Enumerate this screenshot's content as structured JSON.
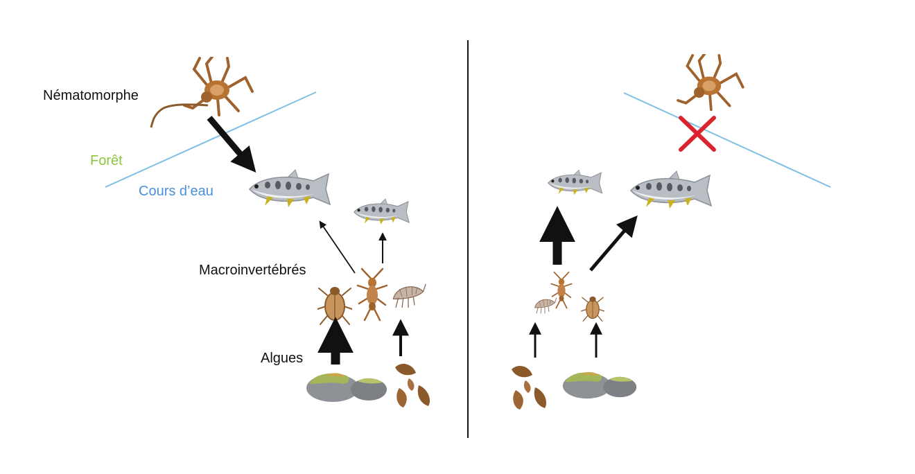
{
  "labels": {
    "nematomorph": "Nématomorphe",
    "forest": "Forêt",
    "stream": "Cours d’eau",
    "macroinvertebrates": "Macroinvertébrés",
    "algae": "Algues"
  },
  "colors": {
    "forest": "#8cc63f",
    "stream": "#4a90d9",
    "water_line": "#7fbfe6",
    "cross": "#d9232e",
    "arrow": "#111111",
    "insect": "#a0622d",
    "fish_body": "#b8bec4",
    "rock": "#8e9297",
    "moss": "#a5b65a",
    "leaf": "#8b5a2b"
  },
  "icons": [
    "cricket-icon",
    "fish-icon",
    "mayfly-nymph-icon",
    "beetle-larva-icon",
    "amphipod-icon",
    "rock-algae-icon",
    "leaf-litter-icon",
    "cross-icon"
  ]
}
